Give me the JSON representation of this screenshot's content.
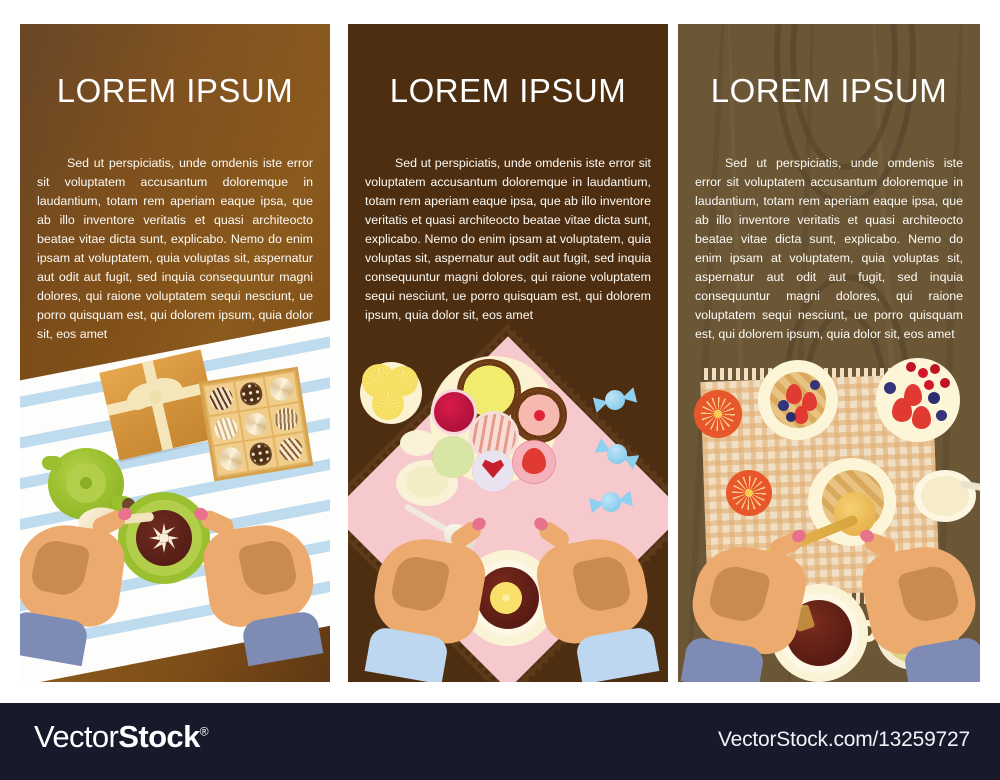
{
  "document": {
    "kind": "stock-vector-preview",
    "panel_count": 3
  },
  "panels": [
    {
      "id": "panel-1",
      "title": "LOREM IPSUM",
      "body": "Sed ut perspiciatis, unde omdenis iste error sit voluptatem accusantum doloremque in laudantium, totam rem aperiam eaque ipsa, que ab illo inventore veritatis et quasi architeocto beatae vitae dicta sunt, explicabo. Nemo do enim ipsam at voluptatem, quia voluptas sit, aspernatur aut odit aut fugit, sed inquia consequuntur magni dolores, qui raione voluptatem sequi nesciunt, ue porro quisquam est, qui dolorem ipsum, quia dolor sit,  eos amet",
      "background_color": "#7a4a16",
      "scene": "tea-with-chocolates-and-gift",
      "objects": [
        "green-teapot",
        "kraft-gift-box",
        "chocolate-assortment-box",
        "green-teacup",
        "spoon",
        "two-hands",
        "striped-tablecloth"
      ]
    },
    {
      "id": "panel-2",
      "title": "LOREM IPSUM",
      "body": "Sed ut perspiciatis, unde omdenis iste error sit voluptatem accusantum doloremque in laudantium, totam rem aperiam eaque ipsa, que ab illo inventore veritatis et quasi architeocto beatae vitae dicta sunt, explicabo. Nemo do enim ipsam at voluptatem, quia voluptas sit, aspernatur aut odit aut fugit, sed inquia consequuntur magni dolores, qui raione voluptatem sequi nesciunt, ue porro quisquam est, qui dolorem ipsum, quia dolor sit,  eos amet",
      "background_color": "#4d2e10",
      "scene": "tea-with-cakes-and-candies",
      "objects": [
        "pink-lace-napkin",
        "lemon-plate",
        "cake-platter",
        "blue-wrapped-candies",
        "teacup-with-lemon",
        "spoon",
        "two-hands"
      ]
    },
    {
      "id": "panel-3",
      "title": "LOREM IPSUM",
      "body": "Sed ut perspiciatis, unde omdenis iste error sit voluptatem accusantum doloremque in laudantium, totam rem aperiam eaque ipsa, que ab illo inventore veritatis et quasi architeocto beatae vitae dicta sunt, explicabo. Nemo do enim ipsam at voluptatem, quia voluptas sit, aspernatur aut odit aut fugit, sed inquia consequuntur magni dolores, qui raione voluptatem sequi nesciunt, ue porro quisquam est, qui dolorem ipsum, quia dolor sit,  eos amet",
      "background_color": "#6b5636",
      "scene": "tea-with-berry-pies-and-honey",
      "objects": [
        "woven-placemat",
        "berry-tart-plate",
        "berry-plate",
        "honey-pie-plate",
        "dried-orange-slices",
        "cream-bowl",
        "teacup-with-teabag",
        "green-tea-glass",
        "honey-dipper",
        "two-hands"
      ]
    }
  ],
  "footer": {
    "logo_prefix": "Vector",
    "logo_suffix": "Stock",
    "logo_trademark": "®",
    "url": "VectorStock.com/13259727",
    "background_color": "#161a2b"
  }
}
